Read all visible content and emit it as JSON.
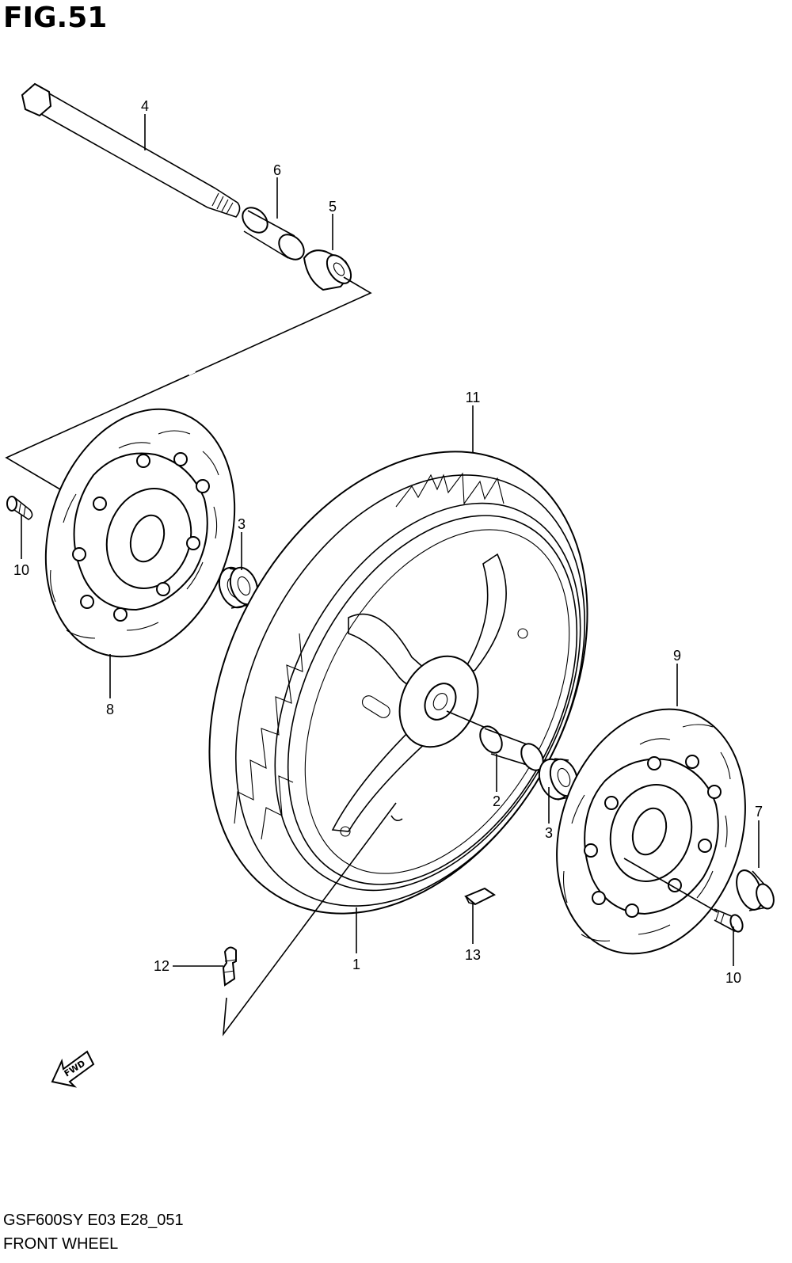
{
  "figure": {
    "title": "FIG.51",
    "model_code": "GSF600SY E03 E28_051",
    "name": "FRONT WHEEL",
    "fwd_label": "FWD"
  },
  "callouts": {
    "c1": "1",
    "c2": "2",
    "c3a": "3",
    "c3b": "3",
    "c4": "4",
    "c5": "5",
    "c6": "6",
    "c7": "7",
    "c8": "8",
    "c9": "9",
    "c10a": "10",
    "c10b": "10",
    "c11": "11",
    "c12": "12",
    "c13": "13"
  },
  "icons": {
    "direction": "fwd-arrow-icon"
  }
}
